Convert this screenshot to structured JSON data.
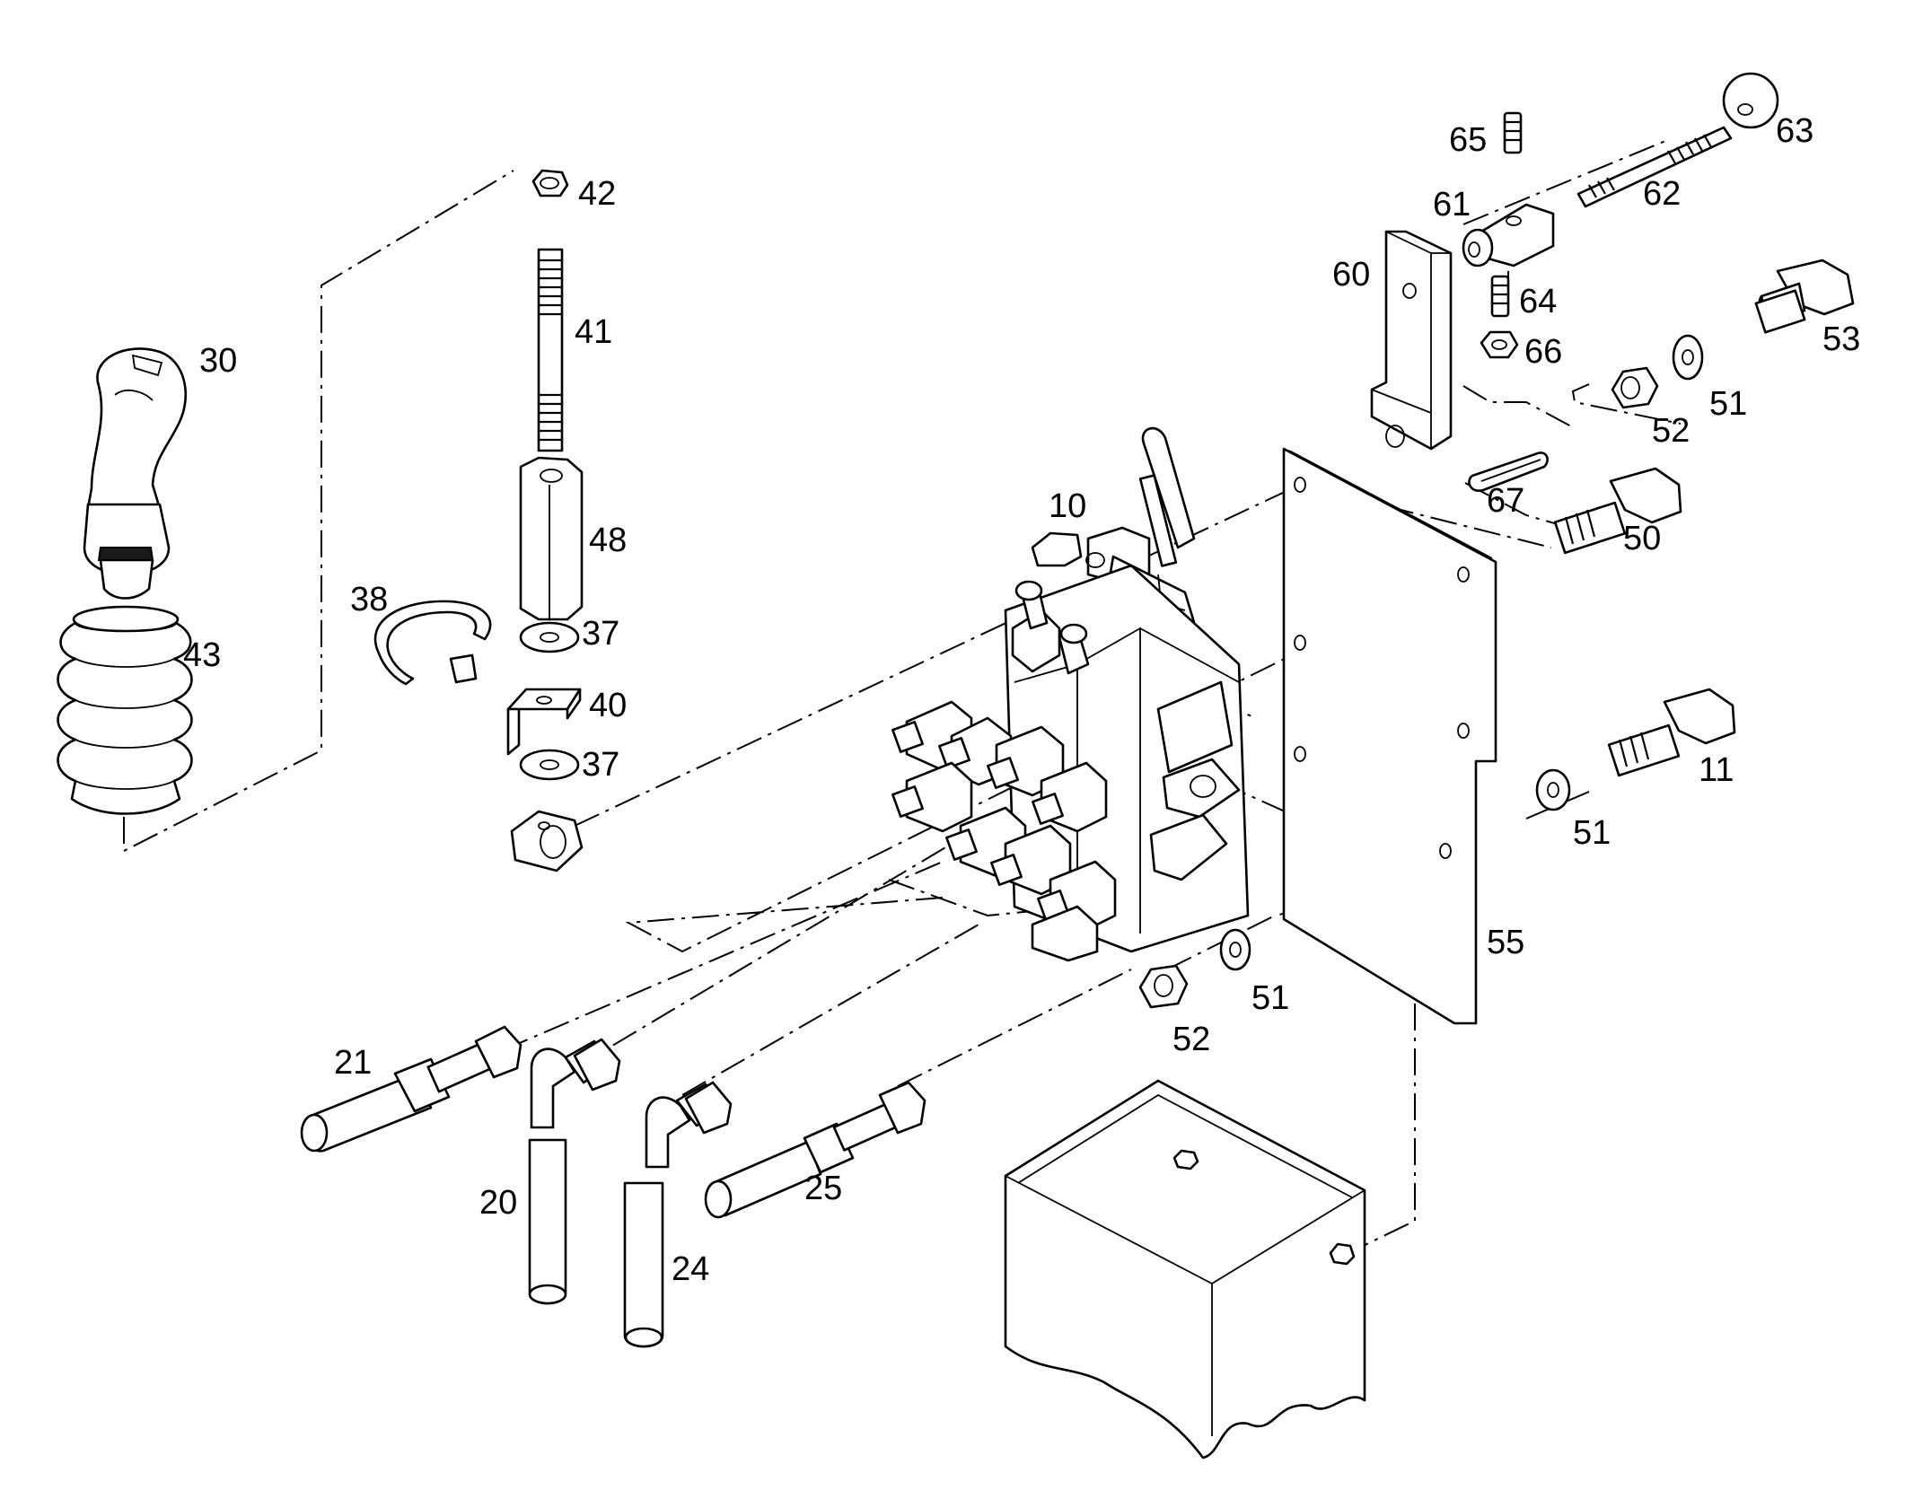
{
  "colors": {
    "ink": "#000000",
    "paper": "#ffffff"
  },
  "callouts": [
    {
      "id": "p10",
      "text": "10"
    },
    {
      "id": "p11",
      "text": "11"
    },
    {
      "id": "p20",
      "text": "20"
    },
    {
      "id": "p21",
      "text": "21"
    },
    {
      "id": "p24",
      "text": "24"
    },
    {
      "id": "p25",
      "text": "25"
    },
    {
      "id": "p30",
      "text": "30"
    },
    {
      "id": "p37a",
      "text": "37"
    },
    {
      "id": "p37b",
      "text": "37"
    },
    {
      "id": "p38",
      "text": "38"
    },
    {
      "id": "p40",
      "text": "40"
    },
    {
      "id": "p41",
      "text": "41"
    },
    {
      "id": "p42",
      "text": "42"
    },
    {
      "id": "p43",
      "text": "43"
    },
    {
      "id": "p48",
      "text": "48"
    },
    {
      "id": "p50",
      "text": "50"
    },
    {
      "id": "p51a",
      "text": "51"
    },
    {
      "id": "p51b",
      "text": "51"
    },
    {
      "id": "p51c",
      "text": "51"
    },
    {
      "id": "p52a",
      "text": "52"
    },
    {
      "id": "p52b",
      "text": "52"
    },
    {
      "id": "p53",
      "text": "53"
    },
    {
      "id": "p55",
      "text": "55"
    },
    {
      "id": "p60",
      "text": "60"
    },
    {
      "id": "p61",
      "text": "61"
    },
    {
      "id": "p62",
      "text": "62"
    },
    {
      "id": "p63",
      "text": "63"
    },
    {
      "id": "p64",
      "text": "64"
    },
    {
      "id": "p65",
      "text": "65"
    },
    {
      "id": "p66",
      "text": "66"
    },
    {
      "id": "p67",
      "text": "67"
    }
  ]
}
